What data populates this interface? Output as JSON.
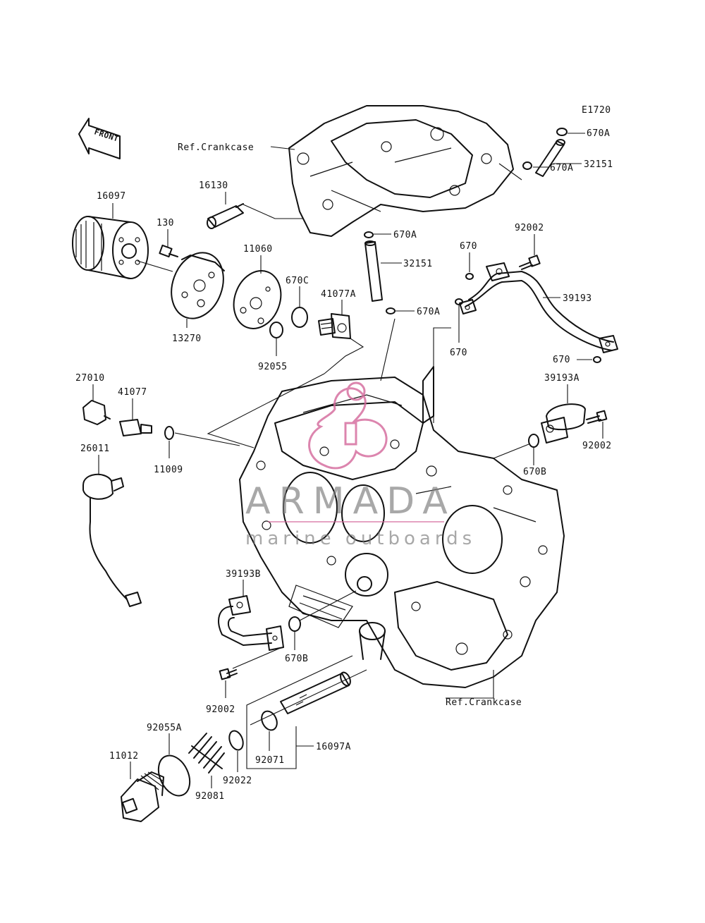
{
  "figure_code": "E1720",
  "front_label": "FRONT",
  "refs": {
    "crankcase_top": "Ref.Crankcase",
    "crankcase_bottom": "Ref.Crankcase"
  },
  "parts": {
    "p16097": "16097",
    "p130": "130",
    "p16130": "16130",
    "p11060": "11060",
    "p670c": "670C",
    "p41077a": "41077A",
    "p13270": "13270",
    "p92055": "92055",
    "p670a_top": "670A",
    "p32151_top": "32151",
    "p670a_top2": "670A",
    "p670a_mid": "670A",
    "p32151_mid": "32151",
    "p670a_mid2": "670A",
    "p92002_top": "92002",
    "p670_top": "670",
    "p39193": "39193",
    "p670_mid": "670",
    "p670_right": "670",
    "p27010": "27010",
    "p41077": "41077",
    "p11009": "11009",
    "p26011": "26011",
    "p39193a": "39193A",
    "p92002_right": "92002",
    "p670b_right": "670B",
    "p39193b": "39193B",
    "p670b_left": "670B",
    "p92002_left": "92002",
    "p92055a": "92055A",
    "p11012": "11012",
    "p92081": "92081",
    "p92022": "92022",
    "p92071": "92071",
    "p16097a": "16097A"
  },
  "watermark": {
    "title": "ARMADA",
    "subtitle": "marine outboards",
    "color": "#d4679a"
  }
}
